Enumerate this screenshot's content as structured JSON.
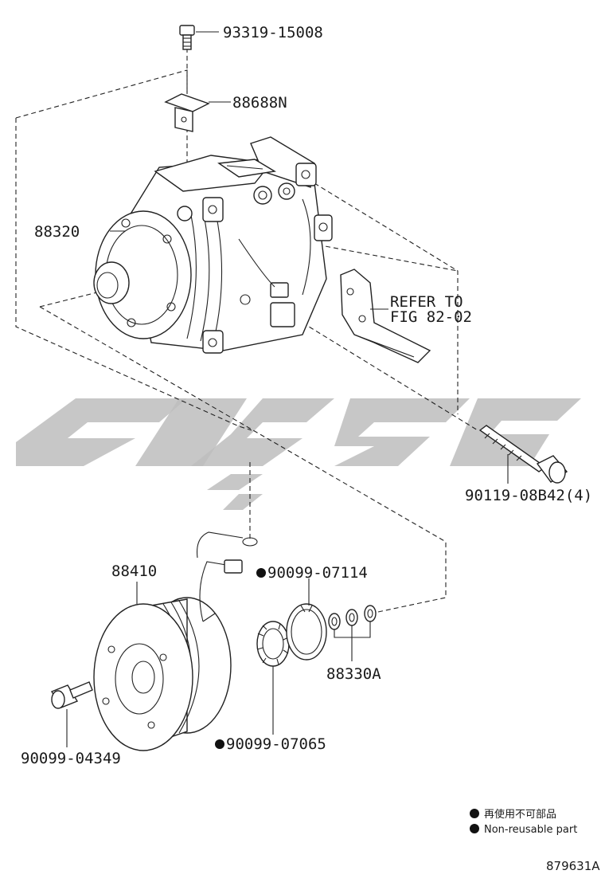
{
  "diagram": {
    "parts": [
      {
        "number": "93319-15008"
      },
      {
        "number": "88688N"
      },
      {
        "number": "88320"
      },
      {
        "number": "REFER TO"
      },
      {
        "number": "FIG 82-02"
      },
      {
        "number": "90119-08B42(4)"
      },
      {
        "number": "88410"
      },
      {
        "number": "90099-07114"
      },
      {
        "number": "88330A"
      },
      {
        "number": "90099-07065"
      },
      {
        "number": "90099-04349"
      }
    ],
    "legend": {
      "line1": "再使用不可部品",
      "line2": "Non-reusable part"
    },
    "figure_code": "879631A"
  }
}
